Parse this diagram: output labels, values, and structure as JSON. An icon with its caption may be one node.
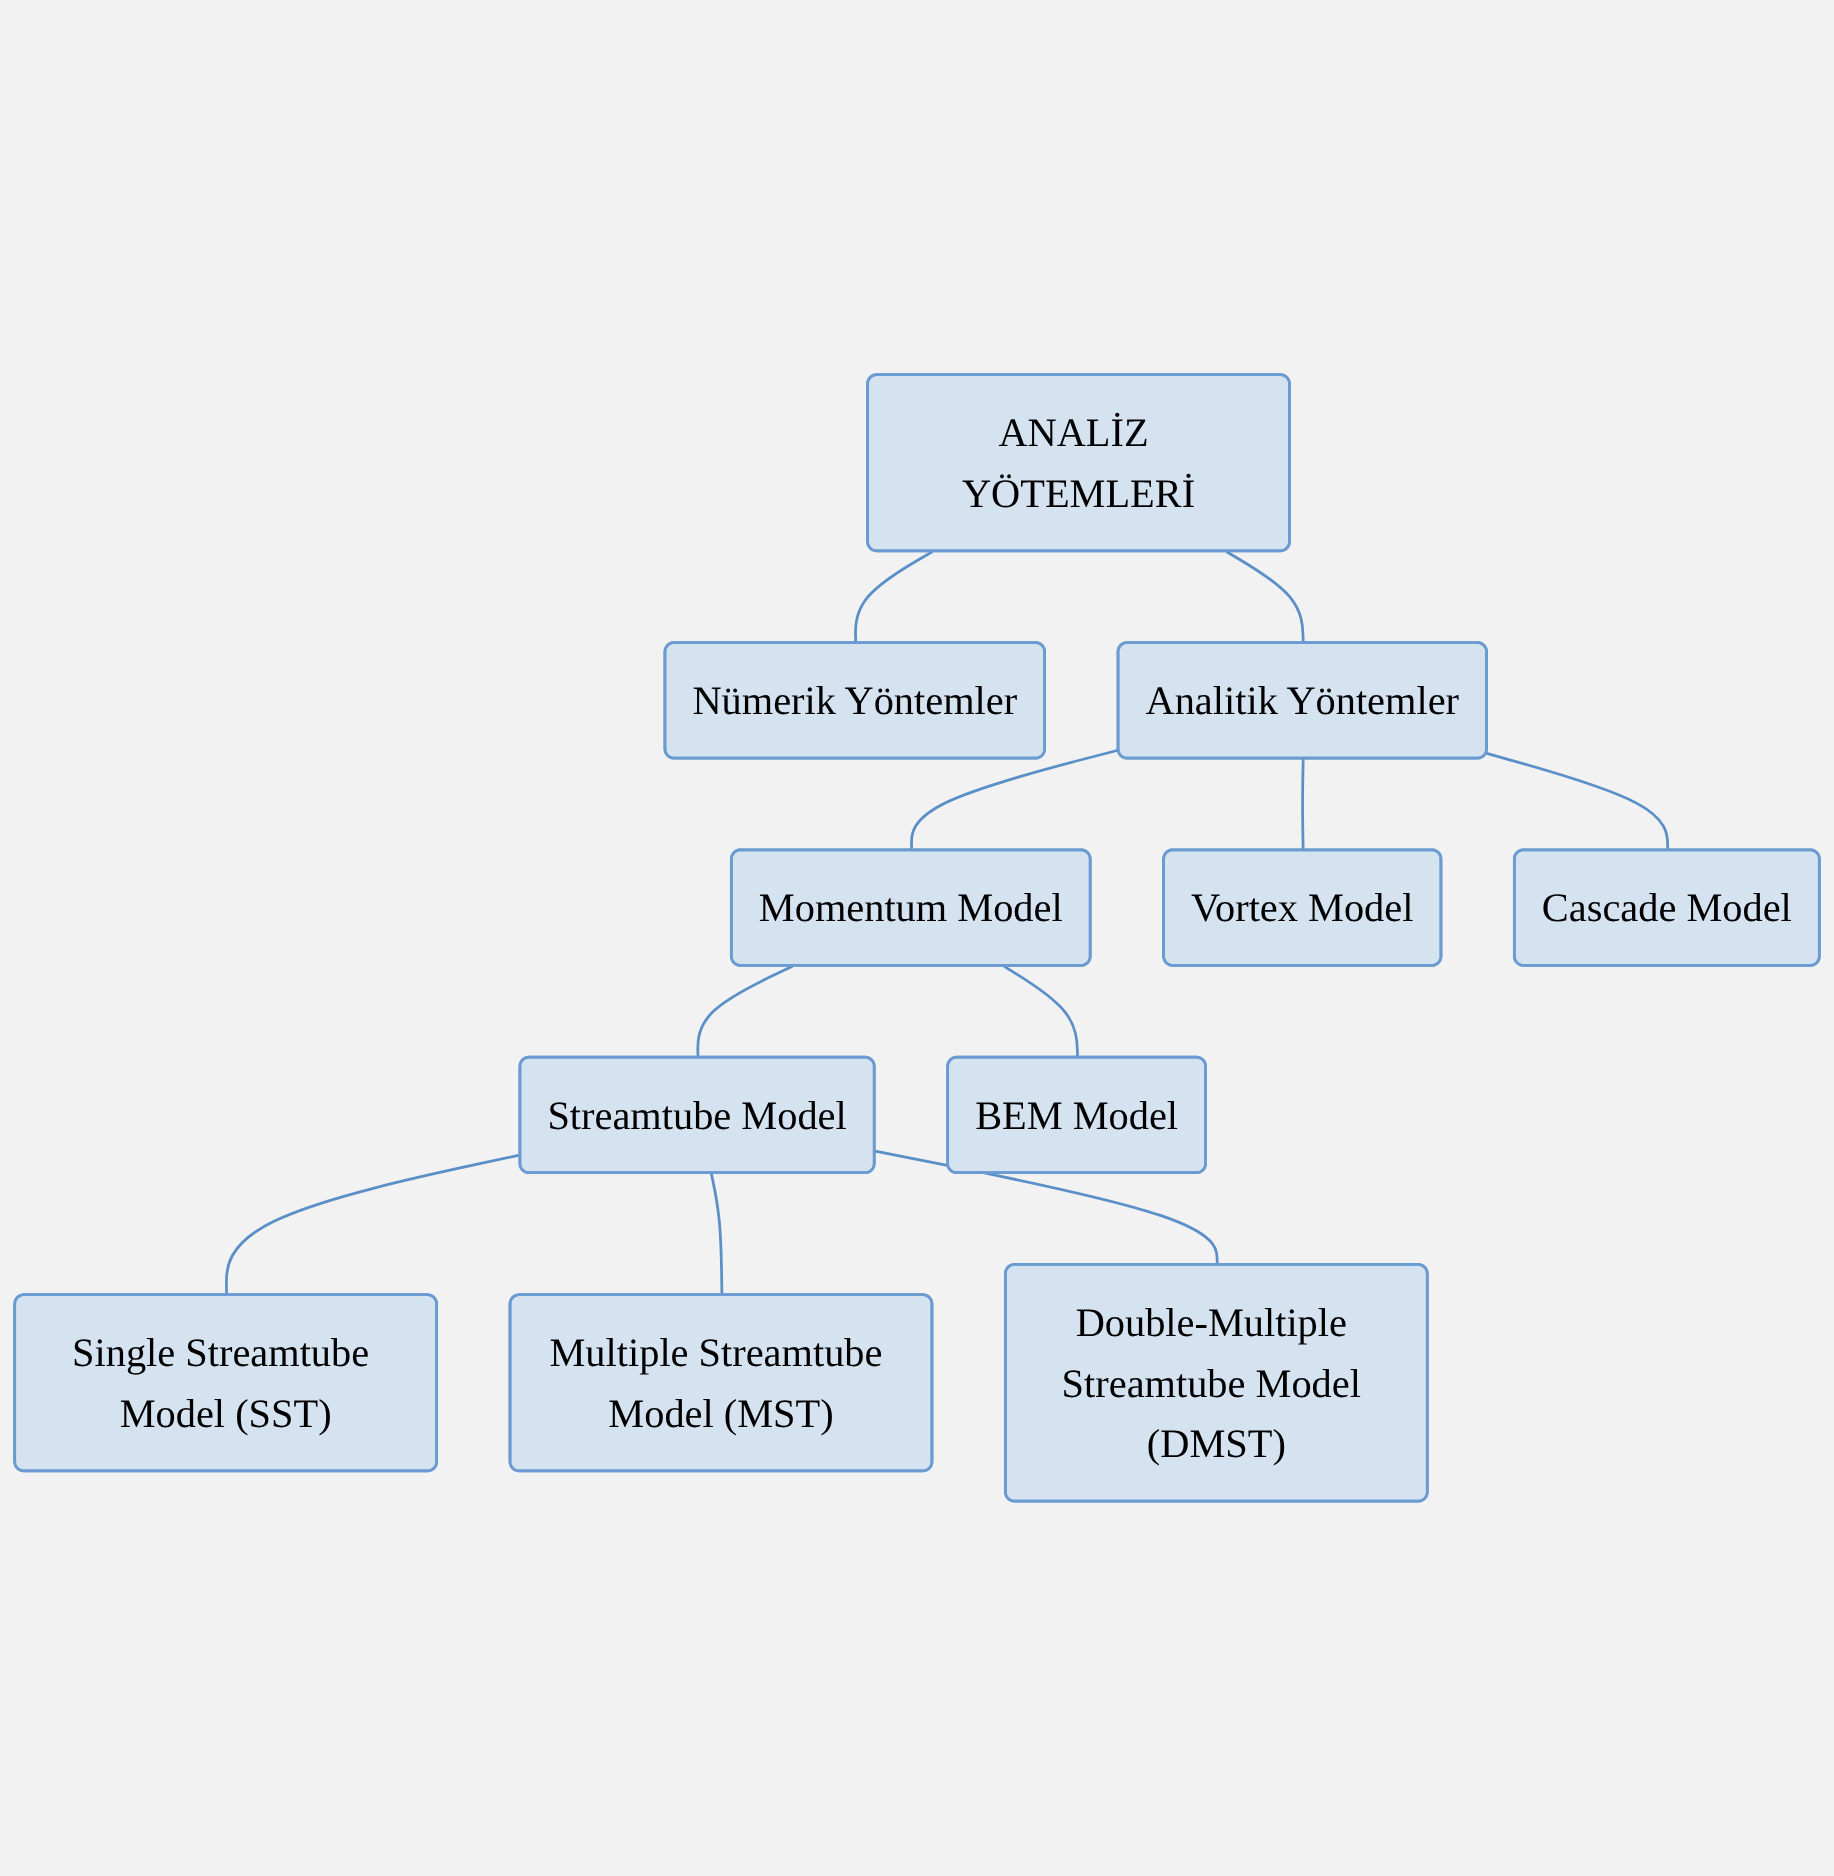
{
  "diagram": {
    "nodes": [
      {
        "text": [
          "ANALİZ YÖTEMLERİ"
        ]
      },
      {
        "text": [
          "Nümerik Yöntemler"
        ]
      },
      {
        "text": [
          "Analitik Yöntemler"
        ]
      },
      {
        "text": [
          "Momentum Model"
        ]
      },
      {
        "text": [
          "Vortex Model"
        ]
      },
      {
        "text": [
          "Cascade Model"
        ]
      },
      {
        "text": [
          "Streamtube Model"
        ]
      },
      {
        "text": [
          "BEM Model"
        ]
      },
      {
        "text": [
          "Single Streamtube Model (SST)"
        ]
      },
      {
        "text": [
          "Multiple Streamtube Model (MST)"
        ]
      },
      {
        "text": [
          "Double-Multiple Streamtube Model (DMST)"
        ]
      }
    ],
    "edges": [
      {
        "from": 0,
        "to": 1,
        "arrow": "none"
      },
      {
        "from": 0,
        "to": 2,
        "arrow": "none"
      },
      {
        "from": 2,
        "to": 3,
        "arrow": "none"
      },
      {
        "from": 2,
        "to": 4,
        "arrow": "none"
      },
      {
        "from": 2,
        "to": 5,
        "arrow": "none"
      },
      {
        "from": 3,
        "to": 6,
        "arrow": "none"
      },
      {
        "from": 3,
        "to": 7,
        "arrow": "none"
      },
      {
        "from": 6,
        "to": 8,
        "arrow": "none"
      },
      {
        "from": 6,
        "to": 9,
        "arrow": "none"
      },
      {
        "from": 6,
        "to": 10,
        "arrow": "none"
      }
    ]
  }
}
